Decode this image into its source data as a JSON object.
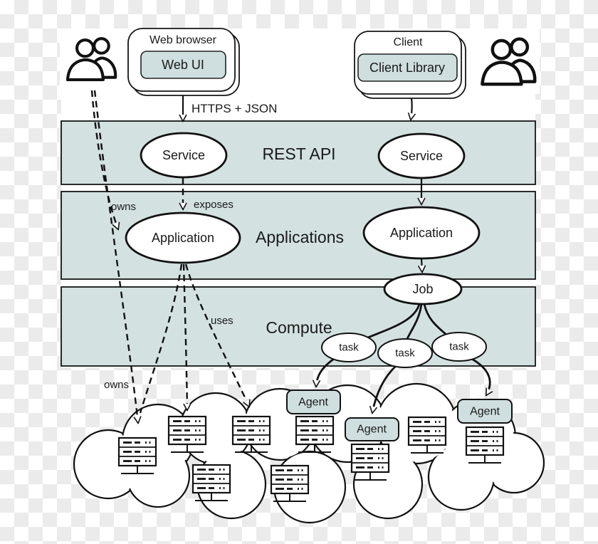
{
  "diagram": {
    "web_browser": {
      "title": "Web browser",
      "component": "Web UI"
    },
    "client": {
      "title": "Client",
      "component": "Client Library"
    },
    "layers": [
      {
        "label": "REST API"
      },
      {
        "label": "Applications"
      },
      {
        "label": "Compute"
      }
    ],
    "nodes": {
      "service_left": "Service",
      "service_right": "Service",
      "application_left": "Application",
      "application_right": "Application",
      "job": "Job",
      "tasks": [
        "task",
        "task",
        "task"
      ],
      "agents": [
        "Agent",
        "Agent",
        "Agent"
      ]
    },
    "edges": {
      "https_json": "HTTPS + JSON",
      "owns_top": "owns",
      "exposes": "exposes",
      "uses": "uses",
      "owns_bottom": "owns"
    },
    "colors": {
      "layer_fill": "#d3e1e1",
      "component_fill": "#cfdfdf",
      "stroke": "#161616",
      "checker": "#ebebeb"
    }
  }
}
